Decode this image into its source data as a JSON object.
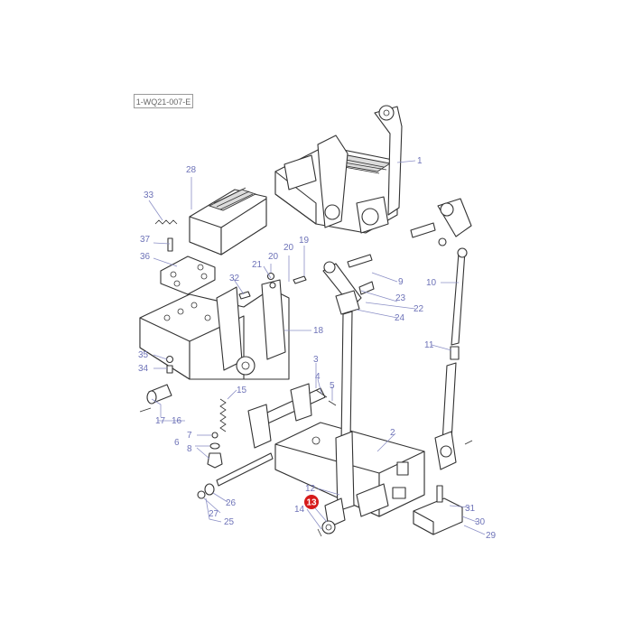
{
  "diagram": {
    "reference_code": "1-WQ21-007-E",
    "highlight_color": "#d61a1a",
    "label_color": "#6e73b8",
    "highlighted_part": "13",
    "callouts": [
      "1",
      "2",
      "3",
      "4",
      "5",
      "6",
      "7",
      "8",
      "9",
      "10",
      "11",
      "12",
      "13",
      "14",
      "15",
      "16",
      "17",
      "18",
      "19",
      "20",
      "20",
      "21",
      "22",
      "23",
      "24",
      "25",
      "26",
      "27",
      "28",
      "29",
      "30",
      "31",
      "32",
      "33",
      "34",
      "35",
      "36",
      "37"
    ]
  }
}
